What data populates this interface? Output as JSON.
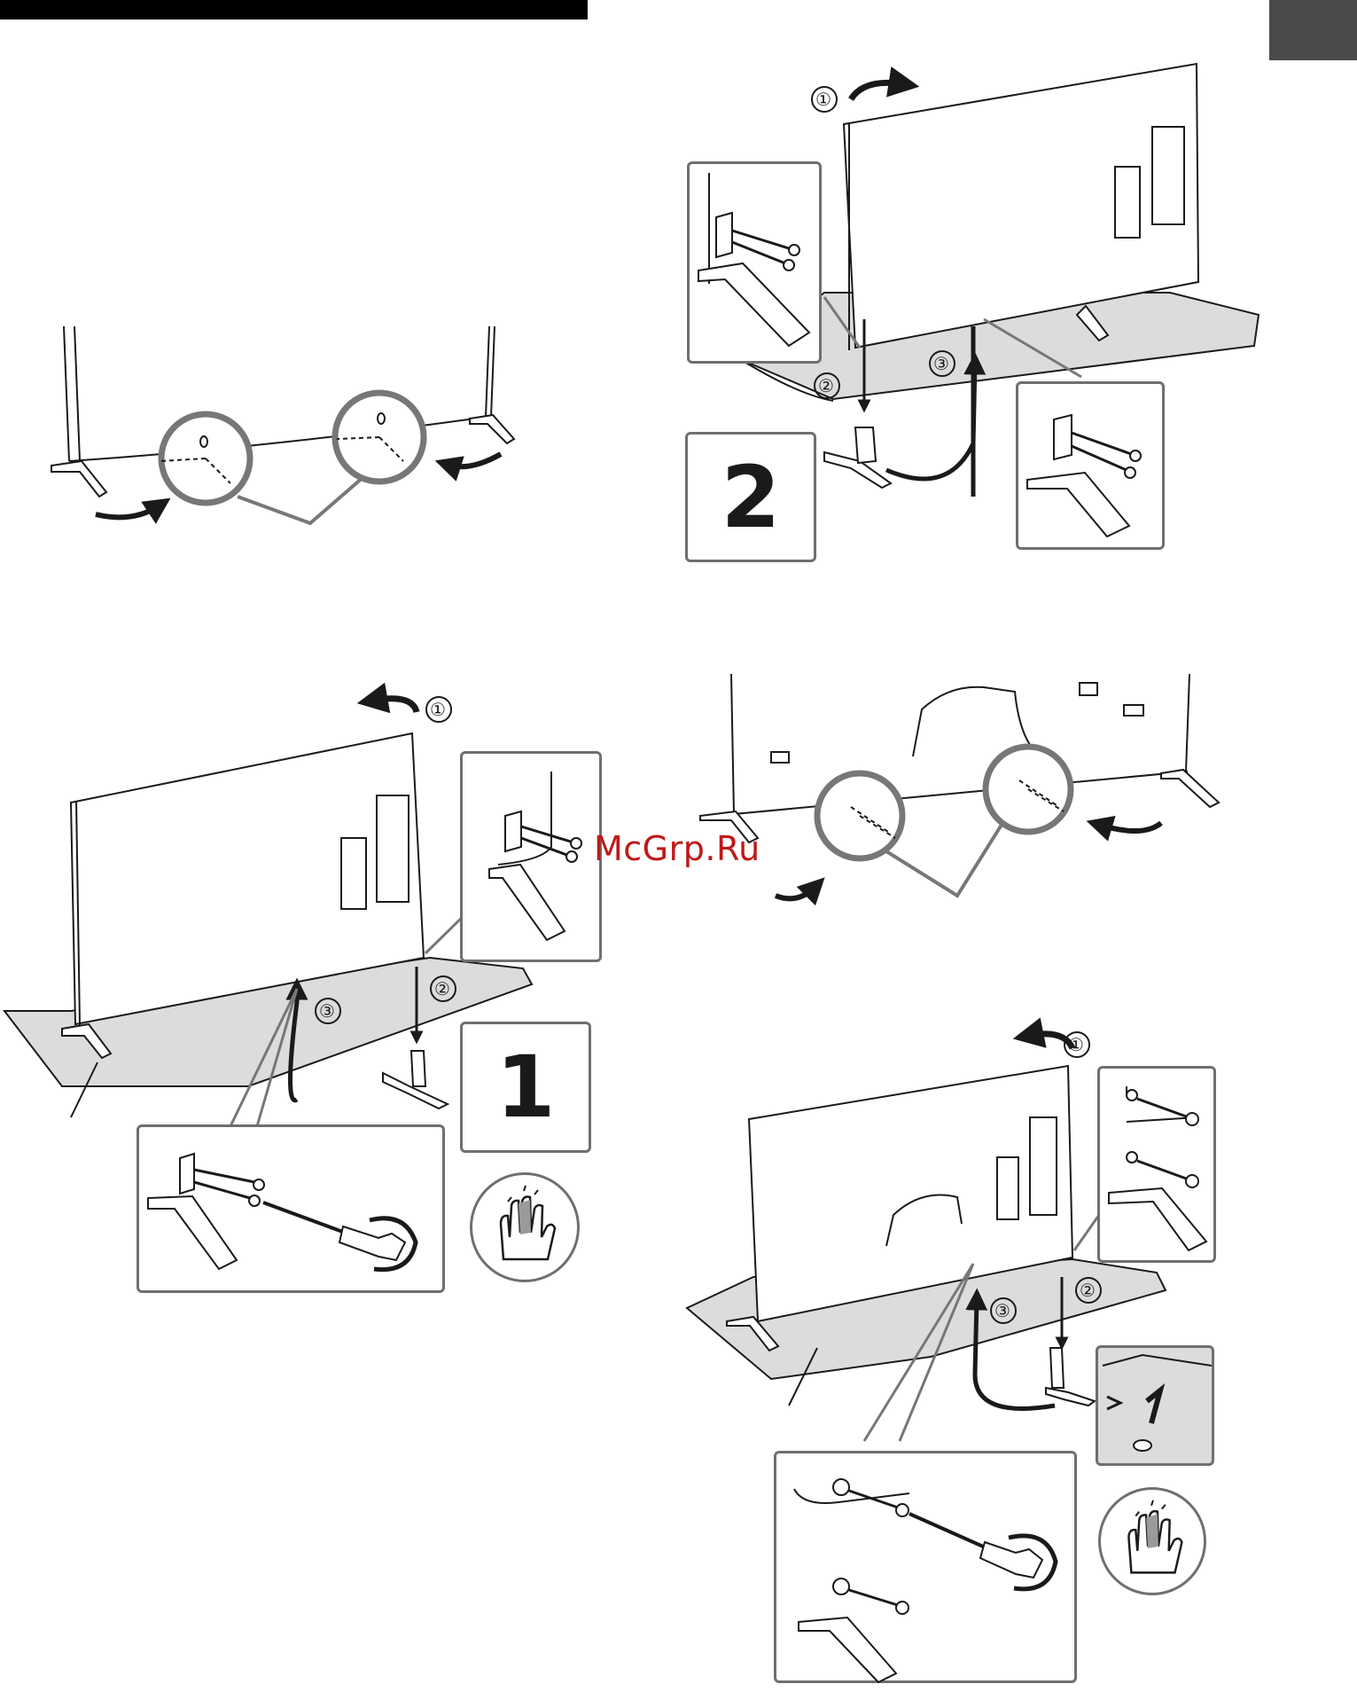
{
  "header": {
    "page_tab_color": "#4a4a4a",
    "title_bar_color": "#000000"
  },
  "steps": {
    "step_a": "1",
    "step_b": "2"
  },
  "callouts": {
    "circle_1": "①",
    "circle_2": "②",
    "circle_3": "③"
  },
  "watermark": "McGrp.Ru",
  "icons": [
    "screw-icon",
    "screwdriver-icon",
    "hand-caution-icon",
    "rotate-arrow-icon",
    "tv-icon",
    "stand-icon"
  ]
}
